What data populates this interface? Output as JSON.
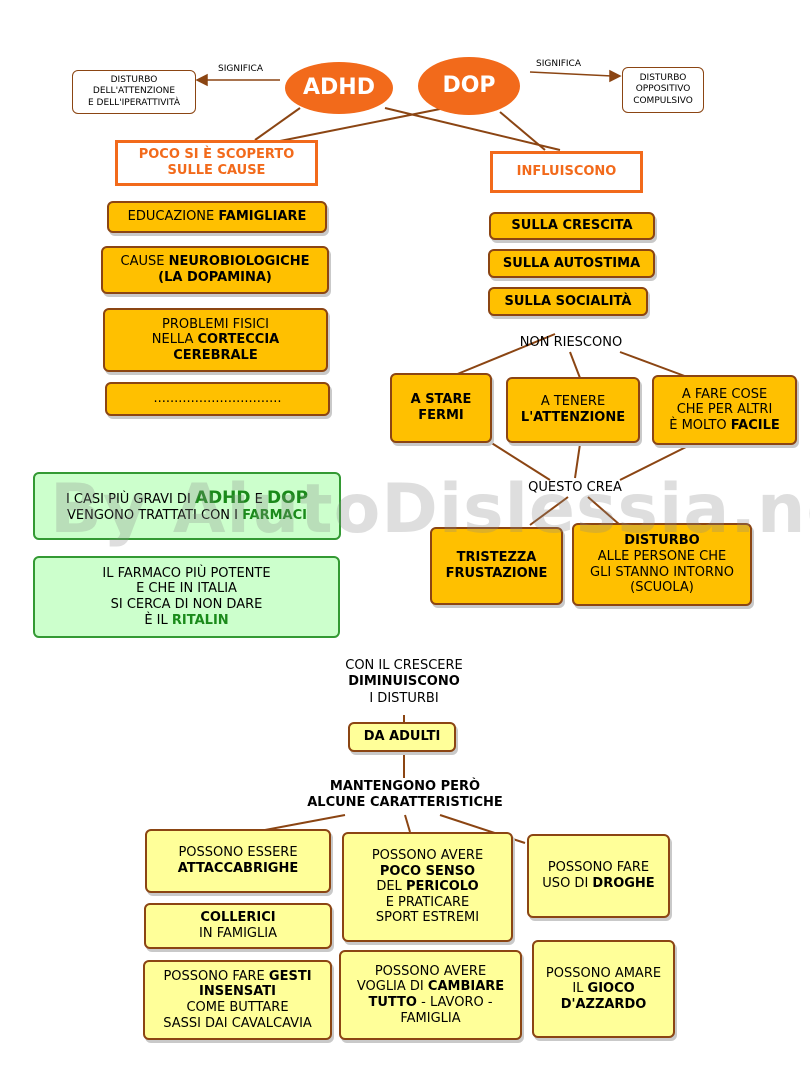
{
  "adhd": {
    "label": "ADHD",
    "meaning_connector": "SIGNIFICA",
    "meaning": [
      "DISTURBO",
      "DELL'ATTENZIONE",
      "E DELL'IPERATTIVITÀ"
    ]
  },
  "dop": {
    "label": "DOP",
    "meaning_connector": "SIGNIFICA",
    "meaning": [
      "DISTURBO",
      "OPPOSITIVO",
      "COMPULSIVO"
    ]
  },
  "causes": {
    "title": [
      "POCO SI È SCOPERTO",
      "SULLE CAUSE"
    ],
    "items": [
      {
        "normal": "EDUCAZIONE ",
        "bold": "FAMIGLIARE"
      },
      {
        "normal": "CAUSE ",
        "bold": "NEUROBIOLOGICHE",
        "bold2": "(LA DOPAMINA)"
      },
      {
        "normal": "PROBLEMI FISICI",
        "normal2": "NELLA ",
        "bold": "CORTECCIA",
        "bold2": "CEREBRALE"
      },
      {
        "normal": "..............................."
      }
    ]
  },
  "influences": {
    "title": "INFLUISCONO",
    "items": [
      "SULLA CRESCITA",
      "SULLA AUTOSTIMA",
      "SULLA SOCIALITÀ"
    ],
    "connector": "NON RIESCONO",
    "cannot": [
      {
        "bold": [
          "A STARE",
          "FERMI"
        ]
      },
      {
        "normal": "A TENERE",
        "bold": "L'ATTENZIONE"
      },
      {
        "normal": [
          "A FARE COSE",
          "CHE PER ALTRI"
        ],
        "normal3": "È MOLTO ",
        "bold": "FACILE"
      }
    ],
    "connector2": "QUESTO CREA",
    "effects": [
      {
        "bold": [
          "TRISTEZZA",
          "FRUSTAZIONE"
        ]
      },
      {
        "bold": "DISTURBO",
        "normal": [
          "ALLE PERSONE CHE",
          "GLI STANNO INTORNO",
          "(SCUOLA)"
        ]
      }
    ]
  },
  "notes": {
    "severe": {
      "p1": "I CASI PIÙ GRAVI DI ",
      "adhd": "ADHD",
      "p2": " E ",
      "dop": "DOP",
      "p3": "VENGONO TRATTATI CON I ",
      "farmaci": "FARMACI"
    },
    "ritalin": {
      "lines": [
        "IL FARMACO PIÙ POTENTE",
        "E CHE IN ITALIA",
        "SI CERCA DI NON DARE"
      ],
      "p4": "È IL ",
      "ritalin": "RITALIN"
    }
  },
  "growth": {
    "line1": "CON IL CRESCERE",
    "line2": "DIMINUISCONO",
    "line3": "I DISTURBI",
    "adults": "DA ADULTI",
    "keep": [
      "MANTENGONO PERÒ",
      "ALCUNE CARATTERISTICHE"
    ],
    "traits": [
      {
        "normal": "POSSONO ESSERE",
        "bold": "ATTACCABRIGHE"
      },
      {
        "bold": "COLLERICI",
        "normal": "IN FAMIGLIA"
      },
      {
        "normal": "POSSONO FARE ",
        "bold": "GESTI",
        "bold2": "INSENSATI",
        "normal2": [
          "COME BUTTARE",
          "SASSI DAI CAVALCAVIA"
        ]
      },
      {
        "normal": "POSSONO AVERE",
        "bold": "POCO SENSO",
        "normal2": "DEL ",
        "bold2": "PERICOLO",
        "normal3": [
          "E PRATICARE",
          "SPORT ESTREMI"
        ]
      },
      {
        "normal": [
          "POSSONO AVERE",
          "VOGLIA DI "
        ],
        "bold": "CAMBIARE",
        "bold2": "TUTTO",
        "normal2": " - LAVORO -",
        "normal3": "FAMIGLIA"
      },
      {
        "normal": [
          "POSSONO FARE",
          "USO DI "
        ],
        "bold": "DROGHE"
      },
      {
        "normal": [
          "POSSONO AMARE",
          "IL "
        ],
        "bold": "GIOCO",
        "bold2": "D'AZZARDO"
      }
    ]
  },
  "watermark": "By AiutoDislessia.net",
  "colors": {
    "orange_fill": "#ffc000",
    "accent_orange": "#f26a1b",
    "border_brown": "#8b4513",
    "green_text": "#1a8a1a",
    "yellow_fill": "#ffff99",
    "green_fill": "#ccffcc"
  }
}
